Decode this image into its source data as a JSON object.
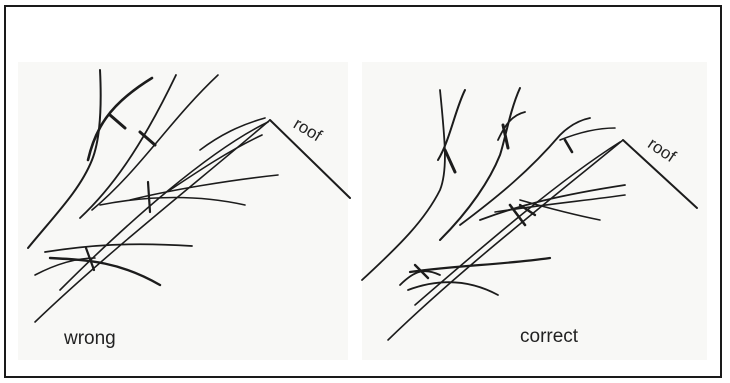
{
  "figure": {
    "left_caption": "wrong",
    "right_caption": "correct",
    "left_roof_label": "roof",
    "right_roof_label": "roof"
  }
}
